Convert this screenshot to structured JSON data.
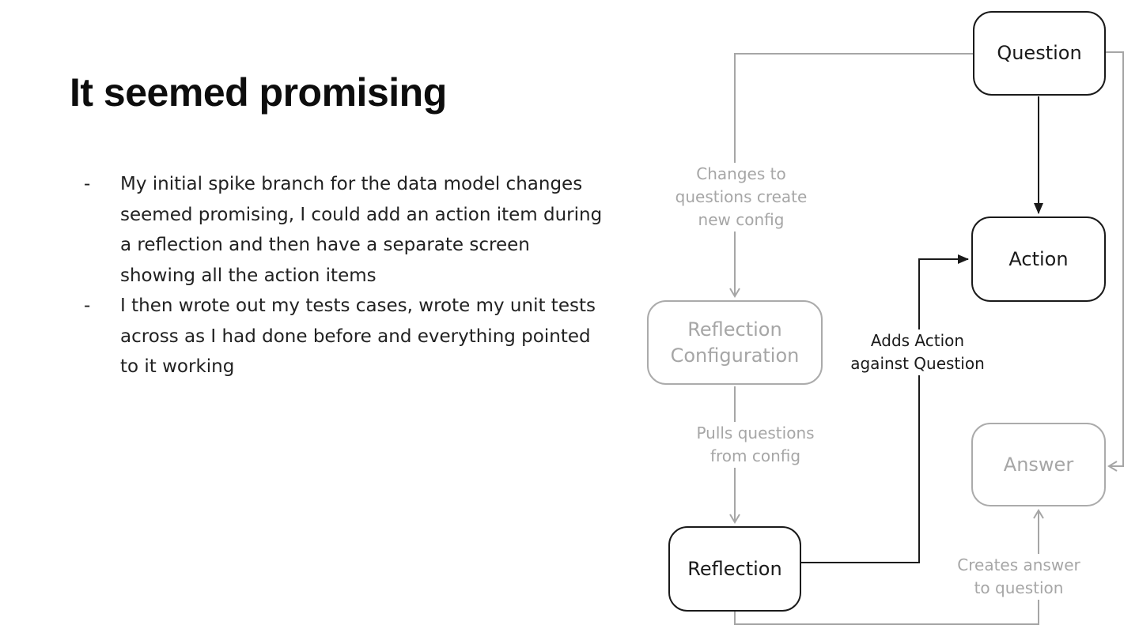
{
  "slide": {
    "title": "It seemed promising",
    "bullet_marker": "-",
    "bullets": [
      "My initial spike branch for the data model changes\nseemed promising, I could add an action item during\na reflection and then have a separate screen\nshowing all the action items",
      "I then wrote out my tests cases, wrote my unit tests\nacross as I had done before and everything pointed\nto it working"
    ]
  },
  "diagram": {
    "nodes": {
      "question": {
        "label": "Question",
        "state": "active"
      },
      "action": {
        "label": "Action",
        "state": "active"
      },
      "reflection_configuration": {
        "label": "Reflection\nConfiguration",
        "state": "inactive"
      },
      "answer": {
        "label": "Answer",
        "state": "inactive"
      },
      "reflection": {
        "label": "Reflection",
        "state": "active"
      }
    },
    "edge_labels": {
      "changes": "Changes to\nquestions create\nnew config",
      "pulls": "Pulls questions\nfrom config",
      "adds": "Adds Action\nagainst Question",
      "creates": "Creates answer\nto question"
    },
    "colors": {
      "active": "#1a1a1a",
      "inactive": "#a6a6a6",
      "background": "#ffffff"
    }
  }
}
